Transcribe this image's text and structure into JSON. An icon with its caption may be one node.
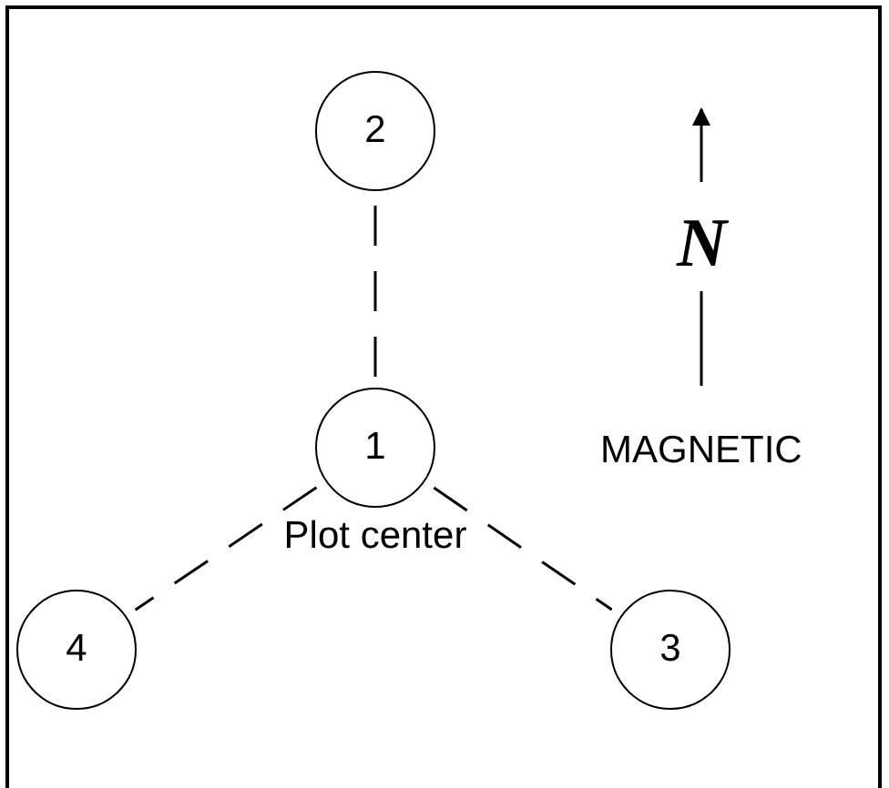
{
  "diagram": {
    "nodes": [
      {
        "text": [
          "2"
        ]
      },
      {
        "text": [
          "1"
        ],
        "beside": [
          "Plot center"
        ]
      },
      {
        "text": [
          "4"
        ]
      },
      {
        "text": [
          "3"
        ]
      }
    ],
    "edges": [
      {
        "from": 1,
        "to": 0,
        "arrow": "none",
        "style": "dashed"
      },
      {
        "from": 1,
        "to": 2,
        "arrow": "none",
        "style": "dashed"
      },
      {
        "from": 1,
        "to": 3,
        "arrow": "none",
        "style": "dashed"
      }
    ],
    "labels": [
      "N",
      "MAGNETIC"
    ]
  }
}
